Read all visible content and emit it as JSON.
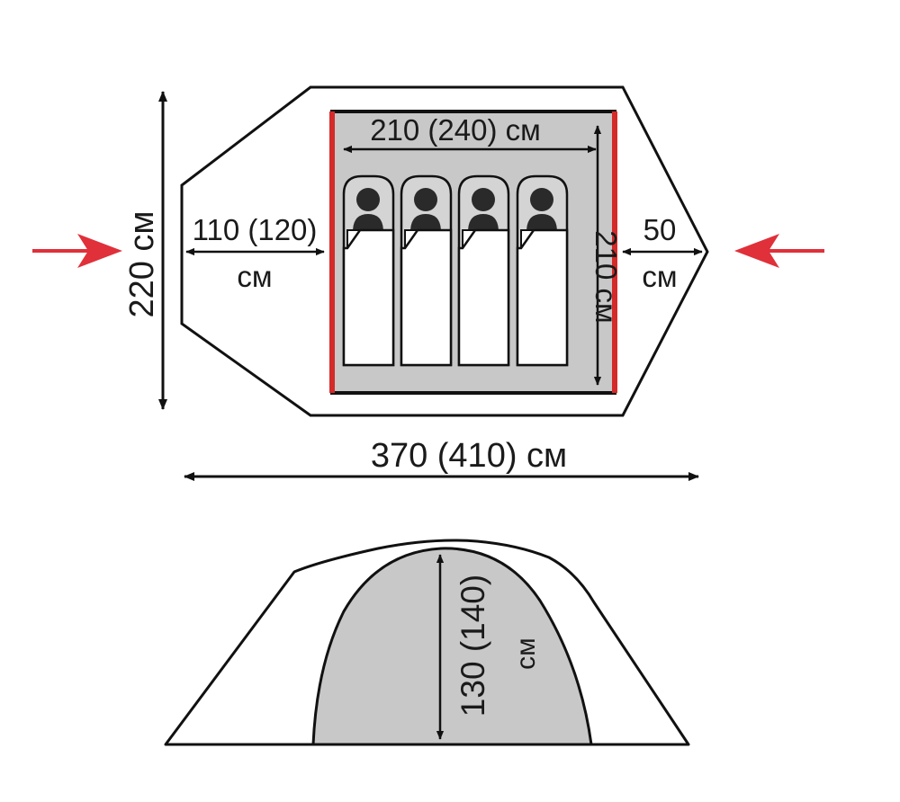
{
  "plan_view": {
    "total_width_label": "370 (410) см",
    "total_depth_label": "220 см",
    "inner_width_label": "210 (240) см",
    "inner_depth_label": "210 см",
    "front_vestibule_value": "110 (120)",
    "front_vestibule_unit": "см",
    "rear_vestibule_value": "50",
    "rear_vestibule_unit": "см",
    "sleeping_places": 4
  },
  "side_view": {
    "height_value": "130 (140)",
    "height_unit": "см"
  },
  "colors": {
    "outline": "#111111",
    "inner_fill": "#c8c8c8",
    "door_red": "#d42a2a",
    "entry_arrow": "#e0303a",
    "figure": "#2a2a2a"
  }
}
